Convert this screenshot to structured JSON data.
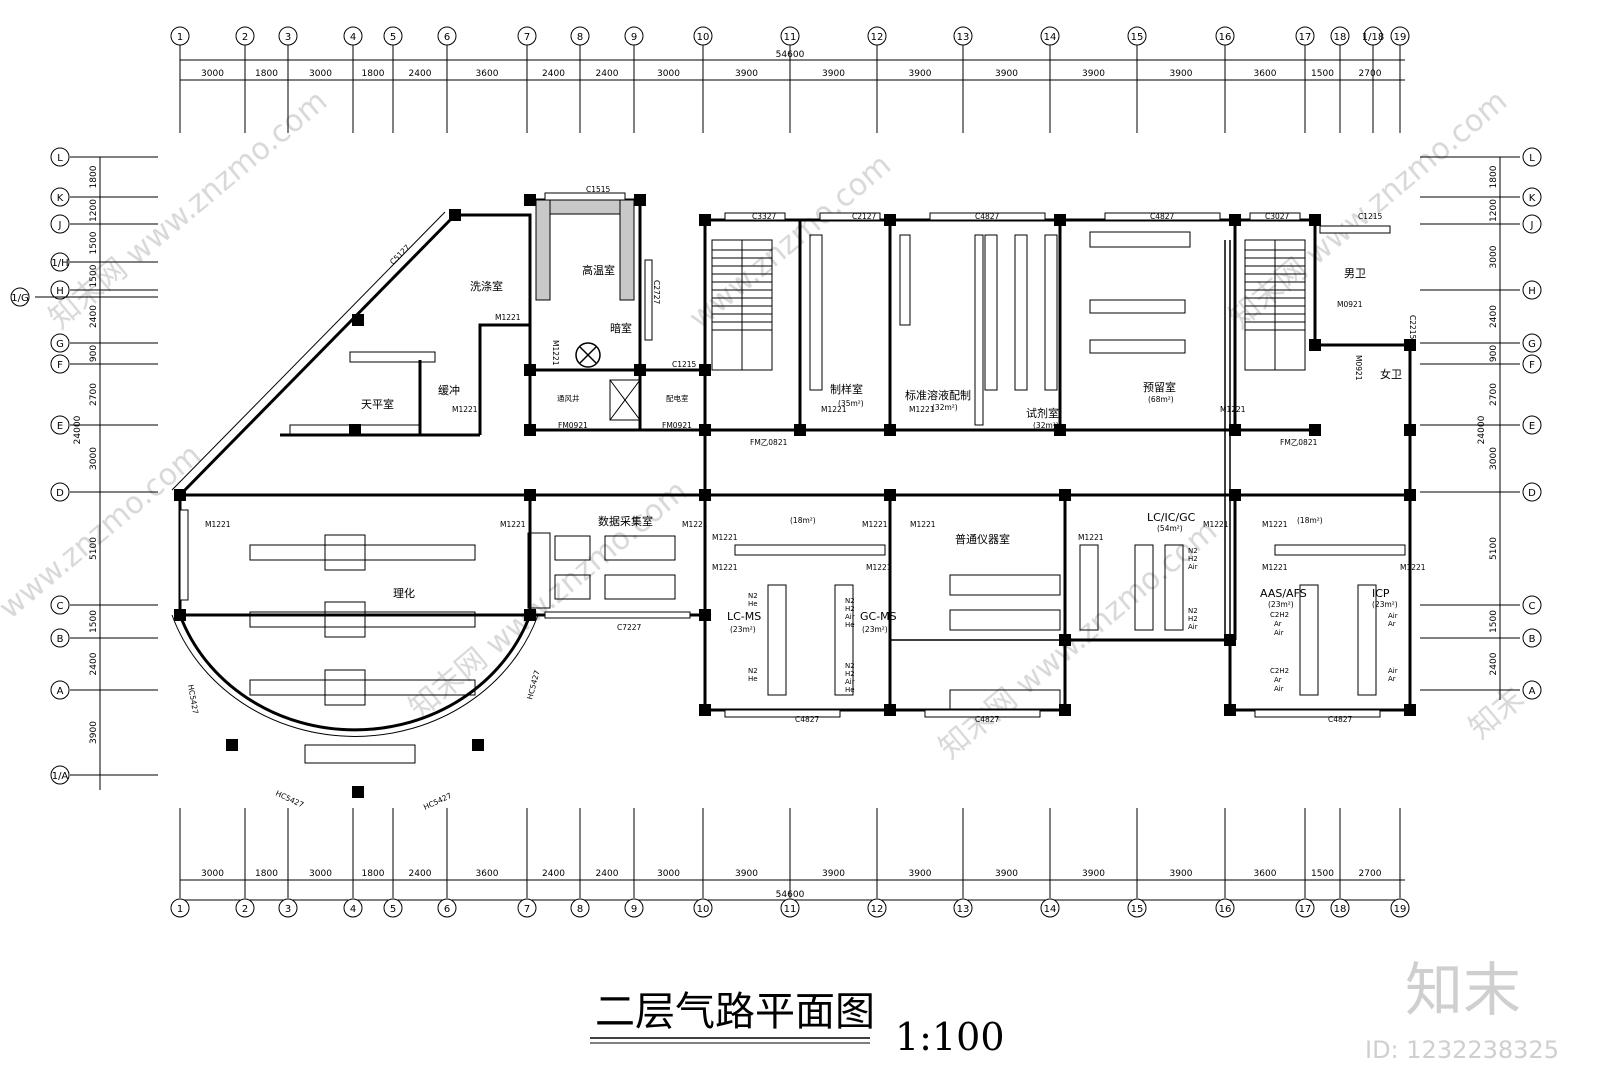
{
  "title": "二层气路平面图",
  "scale": "1:100",
  "watermark": {
    "logo": "知末",
    "id": "ID: 1232238325",
    "url": "www.znzmo.com",
    "brand": "知末网"
  },
  "overall_dimension": "54600",
  "vertical_total": "24000",
  "col_axes": [
    "1",
    "2",
    "3",
    "4",
    "5",
    "6",
    "7",
    "8",
    "9",
    "10",
    "11",
    "12",
    "13",
    "14",
    "15",
    "16",
    "17",
    "18",
    "1/18",
    "19"
  ],
  "col_spacings": [
    "3000",
    "1800",
    "3000",
    "1800",
    "2400",
    "3600",
    "2400",
    "2400",
    "3000",
    "3900",
    "3900",
    "3900",
    "3900",
    "3900",
    "3900",
    "3600",
    "1500",
    "2700"
  ],
  "bottom_col_axes": [
    "1",
    "2",
    "3",
    "4",
    "5",
    "6",
    "7",
    "8",
    "9",
    "10",
    "11",
    "12",
    "13",
    "14",
    "15",
    "16",
    "17",
    "18",
    "19"
  ],
  "row_axes": [
    "L",
    "K",
    "J",
    "1/H",
    "H",
    "1/G",
    "G",
    "F",
    "E",
    "D",
    "C",
    "B",
    "A",
    "1/A"
  ],
  "row_spacings": [
    "1800",
    "1200",
    "1500",
    "1500",
    "2400",
    "900",
    "2700",
    "3000",
    "5100",
    "1500",
    "2400",
    "3900"
  ],
  "right_row_axes": [
    "L",
    "K",
    "J",
    "H",
    "G",
    "F",
    "E",
    "D",
    "C",
    "B",
    "A"
  ],
  "right_row_spacings": [
    "1800",
    "1200",
    "3000",
    "2400",
    "900",
    "2700",
    "3000",
    "5100",
    "1500",
    "2400"
  ],
  "rooms": {
    "wash": "洗涤室",
    "high_temp": "高温室",
    "dark": "暗室",
    "balance": "天平室",
    "buffer": "缓冲",
    "vent_shaft": "通风井",
    "power": "配电室",
    "sample": "制样室",
    "standard": "标准溶液配制",
    "reagent": "试剂室",
    "reserve": "预留室",
    "male_wc": "男卫",
    "female_wc": "女卫",
    "physchem": "理化",
    "data": "数据采集室",
    "general": "普通仪器室",
    "lcicgc": "LC/IC/GC",
    "lcms": "LC-MS",
    "gcms": "GC-MS",
    "aas": "AAS/AFS",
    "icp": "ICP"
  },
  "areas": {
    "sample": "(35m²)",
    "standard": "(32m²)",
    "reagent": "(32m²)",
    "reserve": "(68m²)",
    "lcicgc": "(54m²)",
    "lcms": "(23m²)",
    "gcms": "(23m²)",
    "aas": "(23m²)",
    "icp": "(23m²)",
    "r18a": "(18m²)",
    "r18b": "(18m²)"
  },
  "doors": {
    "m1221": "M1221",
    "fm0921": "FM0921",
    "fmb821": "FM乙0821",
    "m0921": "M0921"
  },
  "windows": {
    "c1515": "C1515",
    "c3327": "C3327",
    "c2127": "C2127",
    "c4827": "C4827",
    "c3027": "C3027",
    "c1215": "C1215",
    "c5127": "C5127",
    "c2727": "C2727",
    "c2215": "C2215",
    "c7227": "C7227",
    "hc5427": "HC5427"
  },
  "gases": {
    "n2": "N2",
    "he": "He",
    "h2": "H2",
    "air": "Air",
    "ar": "Ar",
    "c2h2": "C2H2"
  }
}
